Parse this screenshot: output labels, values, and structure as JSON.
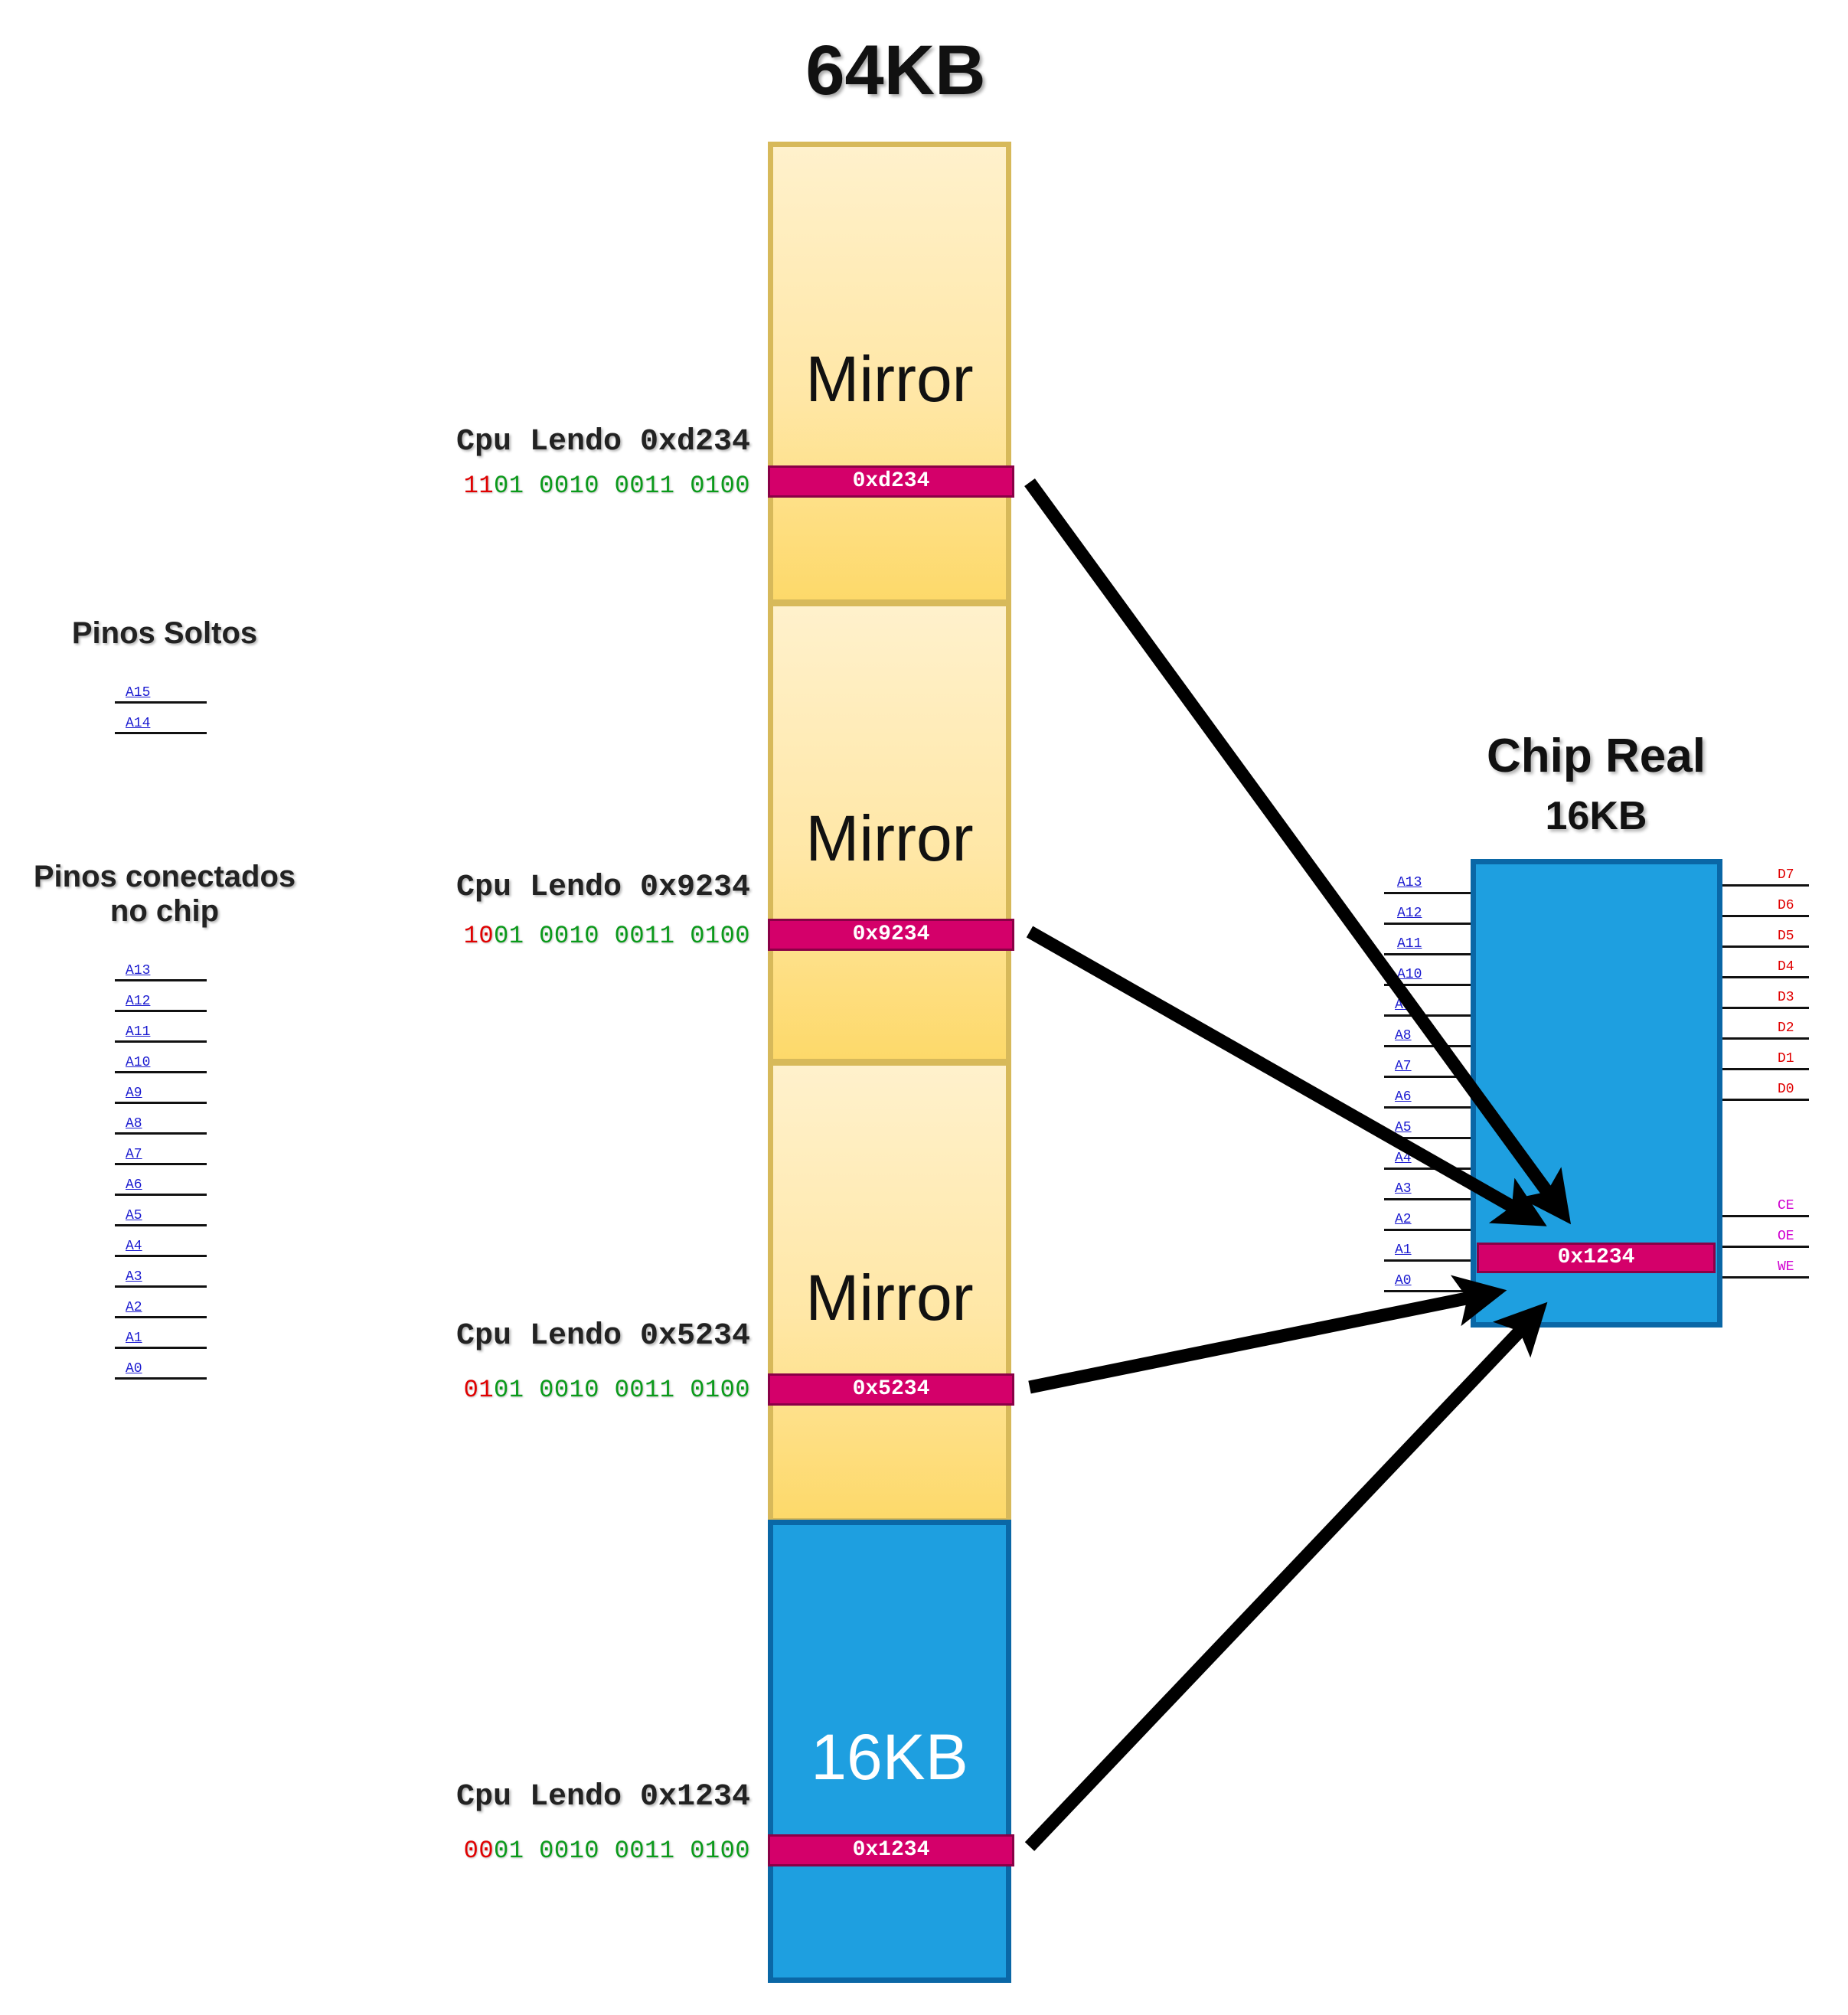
{
  "title": "64KB",
  "memory_blocks": [
    {
      "label": "Mirror",
      "kind": "mirror"
    },
    {
      "label": "Mirror",
      "kind": "mirror"
    },
    {
      "label": "Mirror",
      "kind": "mirror"
    },
    {
      "label": "16KB",
      "kind": "real"
    }
  ],
  "reads": [
    {
      "cpu_label": "Cpu Lendo 0xd234",
      "bin_high": "11",
      "bin_rest": "01 0010 0011 0100",
      "bar": "0xd234"
    },
    {
      "cpu_label": "Cpu Lendo 0x9234",
      "bin_high": "10",
      "bin_rest": "01 0010 0011 0100",
      "bar": "0x9234"
    },
    {
      "cpu_label": "Cpu Lendo 0x5234",
      "bin_high": "01",
      "bin_rest": "01 0010 0011 0100",
      "bar": "0x5234"
    },
    {
      "cpu_label": "Cpu Lendo 0x1234",
      "bin_high": "00",
      "bin_rest": "01 0010 0011 0100",
      "bar": "0x1234"
    }
  ],
  "loose_pins": {
    "title": "Pinos Soltos",
    "pins": [
      "A15",
      "A14"
    ]
  },
  "connected_pins": {
    "title_line1": "Pinos conectados",
    "title_line2": "no chip",
    "pins": [
      "A13",
      "A12",
      "A11",
      "A10",
      "A9",
      "A8",
      "A7",
      "A6",
      "A5",
      "A4",
      "A3",
      "A2",
      "A1",
      "A0"
    ]
  },
  "chip": {
    "title": "Chip Real",
    "subtitle": "16KB",
    "bar": "0x1234",
    "address_pins": [
      "A13",
      "A12",
      "A11",
      "A10",
      "A9",
      "A8",
      "A7",
      "A6",
      "A5",
      "A4",
      "A3",
      "A2",
      "A1",
      "A0"
    ],
    "data_pins": [
      "D7",
      "D6",
      "D5",
      "D4",
      "D3",
      "D2",
      "D1",
      "D0"
    ],
    "control_pins": [
      "CE",
      "OE",
      "WE"
    ]
  },
  "colors": {
    "mirror_fill": "#ffe7a6",
    "real_fill": "#1e9fe0",
    "address_bar": "#d4006a",
    "address_bit_high": "#e00000",
    "address_bit_low": "#0a9a1a",
    "address_pin_text": "#1a1ad0",
    "data_pin_text": "#e00000",
    "control_pin_text": "#d000d0"
  }
}
